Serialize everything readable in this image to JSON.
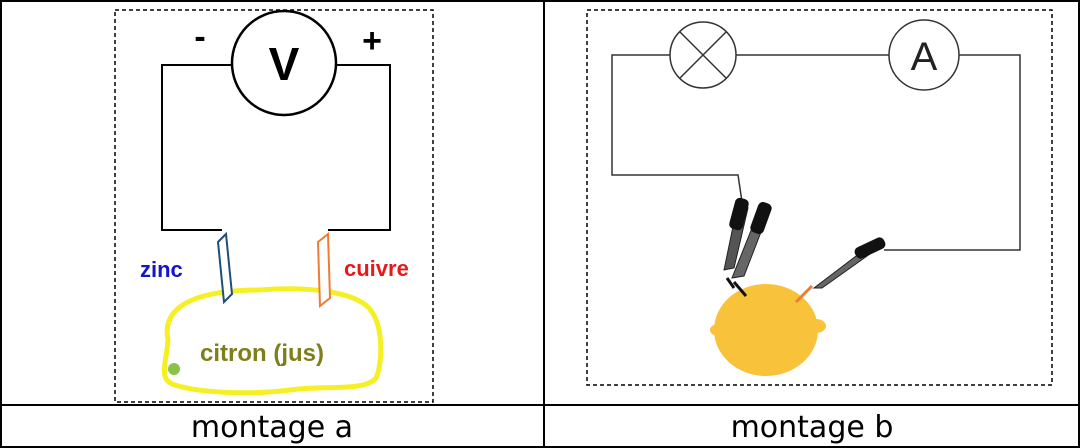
{
  "montage_a": {
    "voltmeter_symbol": "V",
    "minus_sign": "-",
    "plus_sign": "+",
    "electrode_left_label": "zinc",
    "electrode_right_label": "cuivre",
    "fruit_label": "citron (jus)",
    "caption": "montage a"
  },
  "montage_b": {
    "ammeter_symbol": "A",
    "lamp_icon": "lamp-cross-icon",
    "caption": "montage b"
  },
  "colors": {
    "zinc_label": "#1515c8",
    "cuivre_label": "#e31b1b",
    "fruit_label": "#7f7f19",
    "lemon_outline": "#f5f025",
    "lemon_fill_b": "#f8c23a",
    "zinc_plate": "#1f4e79",
    "copper_plate": "#ed7d31"
  }
}
